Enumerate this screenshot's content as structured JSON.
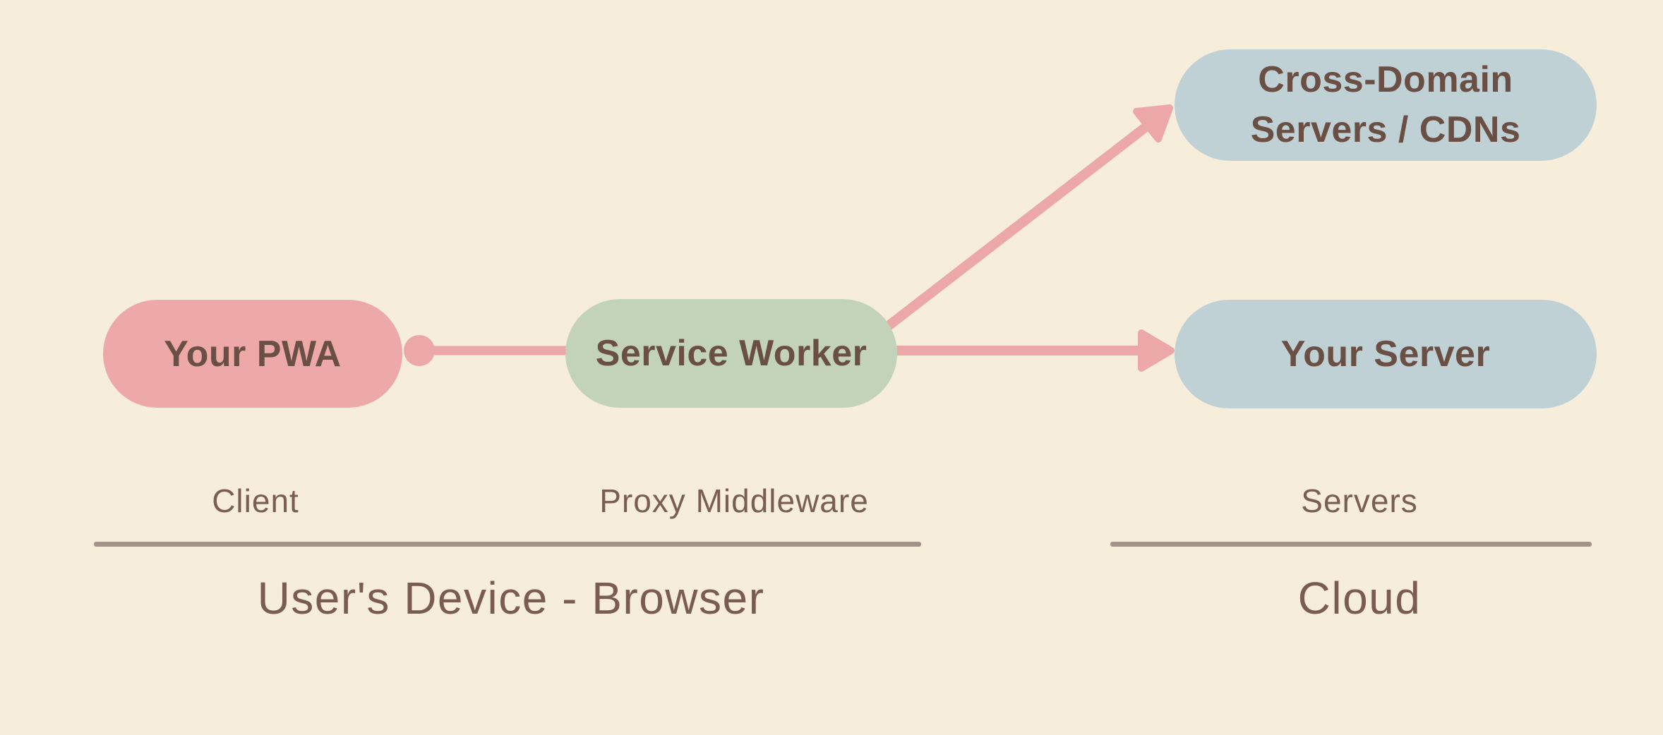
{
  "diagram": {
    "title": "PWA Service Worker proxy architecture",
    "nodes": {
      "your_pwa": {
        "label": "Your PWA"
      },
      "service_worker": {
        "label": "Service Worker"
      },
      "cross_domain": {
        "line1": "Cross-Domain",
        "line2": "Servers / CDNs"
      },
      "your_server": {
        "label": "Your Server"
      }
    },
    "zone_labels": {
      "client": {
        "label": "Client"
      },
      "proxy": {
        "label": "Proxy Middleware"
      },
      "servers": {
        "label": "Servers"
      }
    },
    "group_labels": {
      "device": {
        "label": "User's Device - Browser"
      },
      "cloud": {
        "label": "Cloud"
      }
    },
    "edges": [
      {
        "from": "your_pwa",
        "to": "service_worker",
        "style": "dot-line"
      },
      {
        "from": "service_worker",
        "to": "cross_domain",
        "style": "arrow"
      },
      {
        "from": "service_worker",
        "to": "your_server",
        "style": "arrow"
      }
    ],
    "colors": {
      "background": "#f6eddb",
      "node_pink": "#eca9a8",
      "node_green": "#c2d3ba",
      "node_blue": "#c0d1d6",
      "arrow_pink": "#eba8a7",
      "node_text": "#6a4f45",
      "label_text": "#7b5e52",
      "divider": "#a29488"
    }
  }
}
